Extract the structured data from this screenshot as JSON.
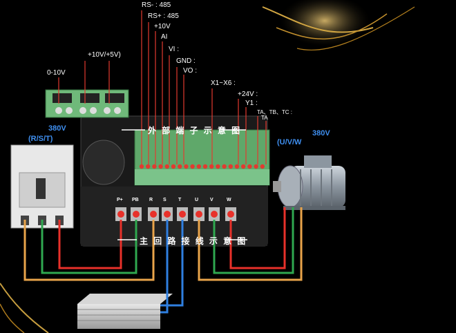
{
  "control_terminals": {
    "rs_minus": "RS- : 485",
    "rs_plus": "RS+ : 485",
    "plus10v": "+10V",
    "ai": "AI",
    "vi": "VI :",
    "gnd": "GND :",
    "vo": "VO :",
    "x1x6": "X1~X6 :",
    "plus24v": "+24V :",
    "y1": "Y1 :",
    "ta_tb_tc": "TA、TB、TC :",
    "ta": "TA"
  },
  "jumper_labels": {
    "zero_10v": "0-10V",
    "ten_five_v": "+10V/+5V)"
  },
  "power": {
    "input_voltage": "380V",
    "input_phases": "(R/S/T)",
    "output_voltage": "380V",
    "output_phases": "(U/V/W"
  },
  "captions": {
    "external_terminals": "外 部 端 子 示 意 图",
    "main_circuit": "主 回 路 接 线 示 意 图"
  },
  "main_terminals": [
    "P+",
    "PB",
    "R",
    "S",
    "T",
    "U",
    "V",
    "W"
  ],
  "colors": {
    "red": "#e8312a",
    "green": "#2fa84f",
    "orange": "#e9a44a",
    "blue": "#2f7fe0",
    "label_blue": "#3f8ff0"
  }
}
